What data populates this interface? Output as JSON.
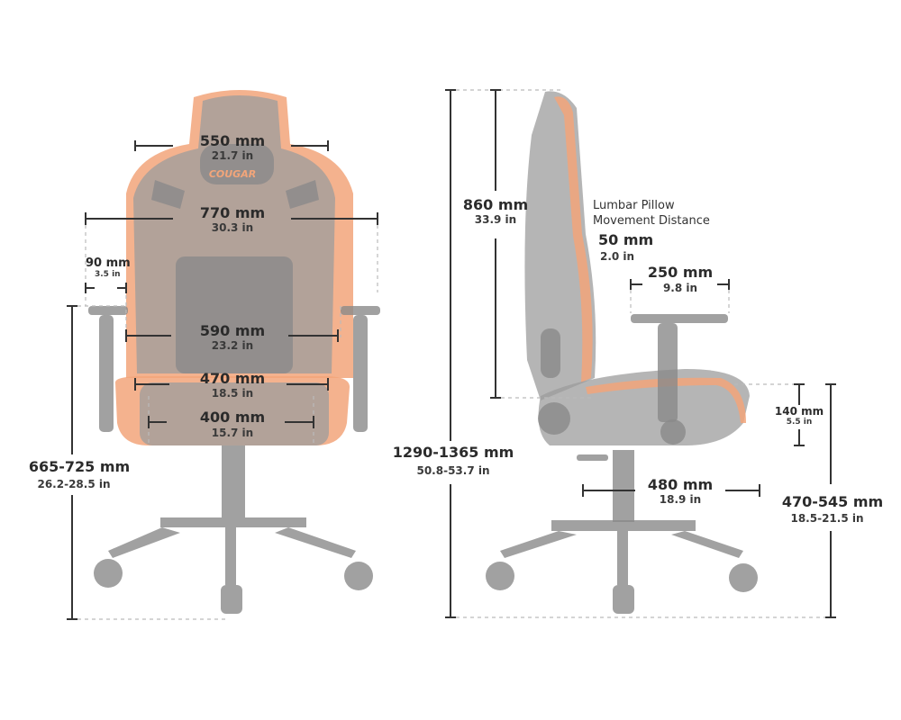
{
  "brand_logo_text": "COUGAR",
  "colors": {
    "chair_body": "#9c9c9c",
    "accent_orange": "#f2a57a",
    "dimension_line": "#333333"
  },
  "front_view": {
    "headrest_width": {
      "mm": "550 mm",
      "in": "21.7 in"
    },
    "overall_width": {
      "mm": "770 mm",
      "in": "30.3 in"
    },
    "armrest_offset": {
      "mm": "90 mm",
      "in": "3.5 in"
    },
    "inner_armrest_width": {
      "mm": "590 mm",
      "in": "23.2 in"
    },
    "seat_width": {
      "mm": "470 mm",
      "in": "18.5 in"
    },
    "seat_inner_width": {
      "mm": "400 mm",
      "in": "15.7 in"
    },
    "armrest_height": {
      "mm": "665-725 mm",
      "in": "26.2-28.5 in"
    }
  },
  "side_view": {
    "backrest_height": {
      "mm": "860 mm",
      "in": "33.9 in"
    },
    "lumbar_label_line1": "Lumbar Pillow",
    "lumbar_label_line2": "Movement Distance",
    "lumbar_distance": {
      "mm": "50 mm",
      "in": "2.0 in"
    },
    "armrest_depth": {
      "mm": "250 mm",
      "in": "9.8 in"
    },
    "seat_thickness": {
      "mm": "140 mm",
      "in": "5.5 in"
    },
    "total_height": {
      "mm": "1290-1365 mm",
      "in": "50.8-53.7 in"
    },
    "seat_depth": {
      "mm": "480 mm",
      "in": "18.9 in"
    },
    "seat_height": {
      "mm": "470-545 mm",
      "in": "18.5-21.5 in"
    }
  }
}
